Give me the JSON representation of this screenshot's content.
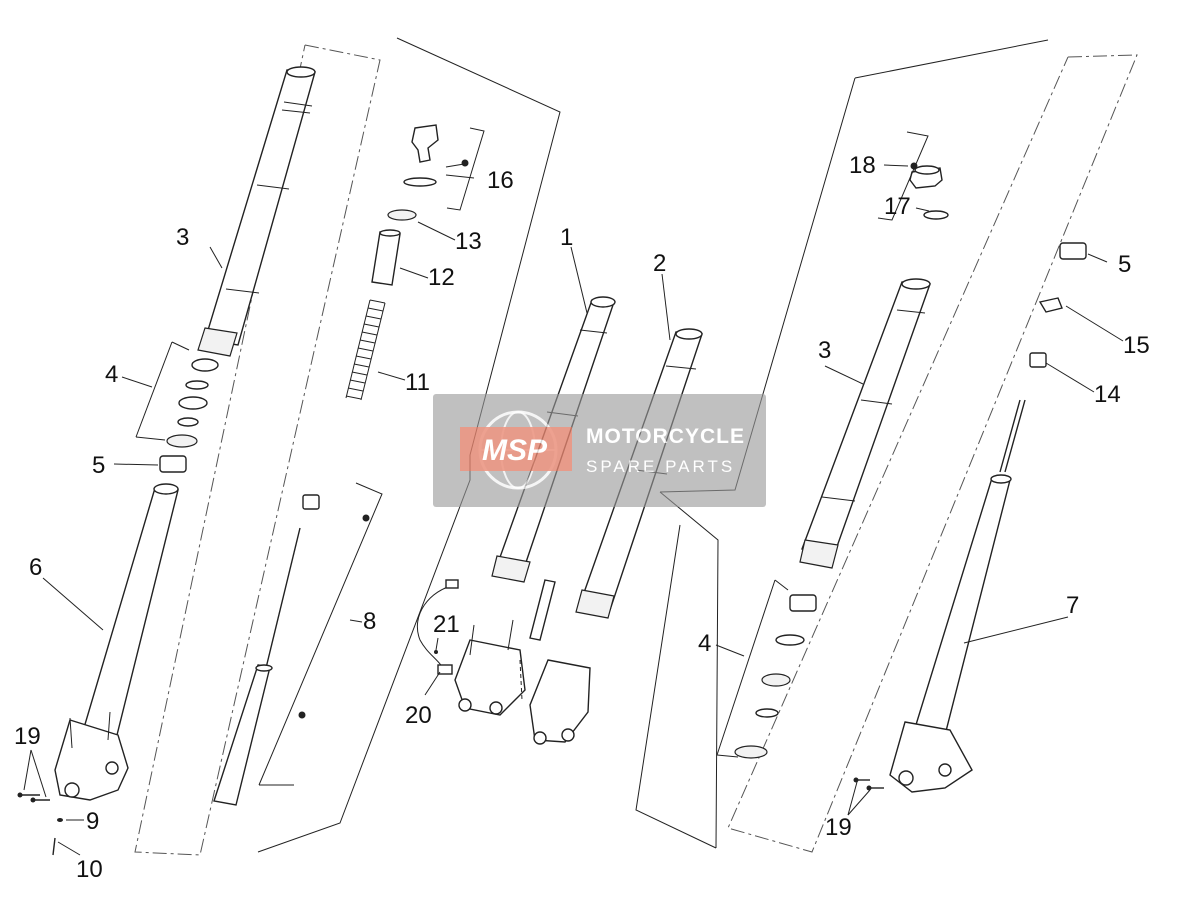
{
  "watermark": {
    "logo": "MSP",
    "title": "MOTORCYCLE",
    "subtitle": "SPARE PARTS"
  },
  "callouts": {
    "c1": "1",
    "c2": "2",
    "c3a": "3",
    "c3b": "3",
    "c4a": "4",
    "c4b": "4",
    "c5a": "5",
    "c5b": "5",
    "c6": "6",
    "c7": "7",
    "c8": "8",
    "c9": "9",
    "c10": "10",
    "c11": "11",
    "c12": "12",
    "c13": "13",
    "c14": "14",
    "c15": "15",
    "c16": "16",
    "c17": "17",
    "c18": "18",
    "c19a": "19",
    "c19b": "19",
    "c20": "20",
    "c21": "21"
  },
  "colors": {
    "line": "#222222",
    "watermark_box": "#9a9a9a",
    "watermark_logo": "#e8826a"
  }
}
